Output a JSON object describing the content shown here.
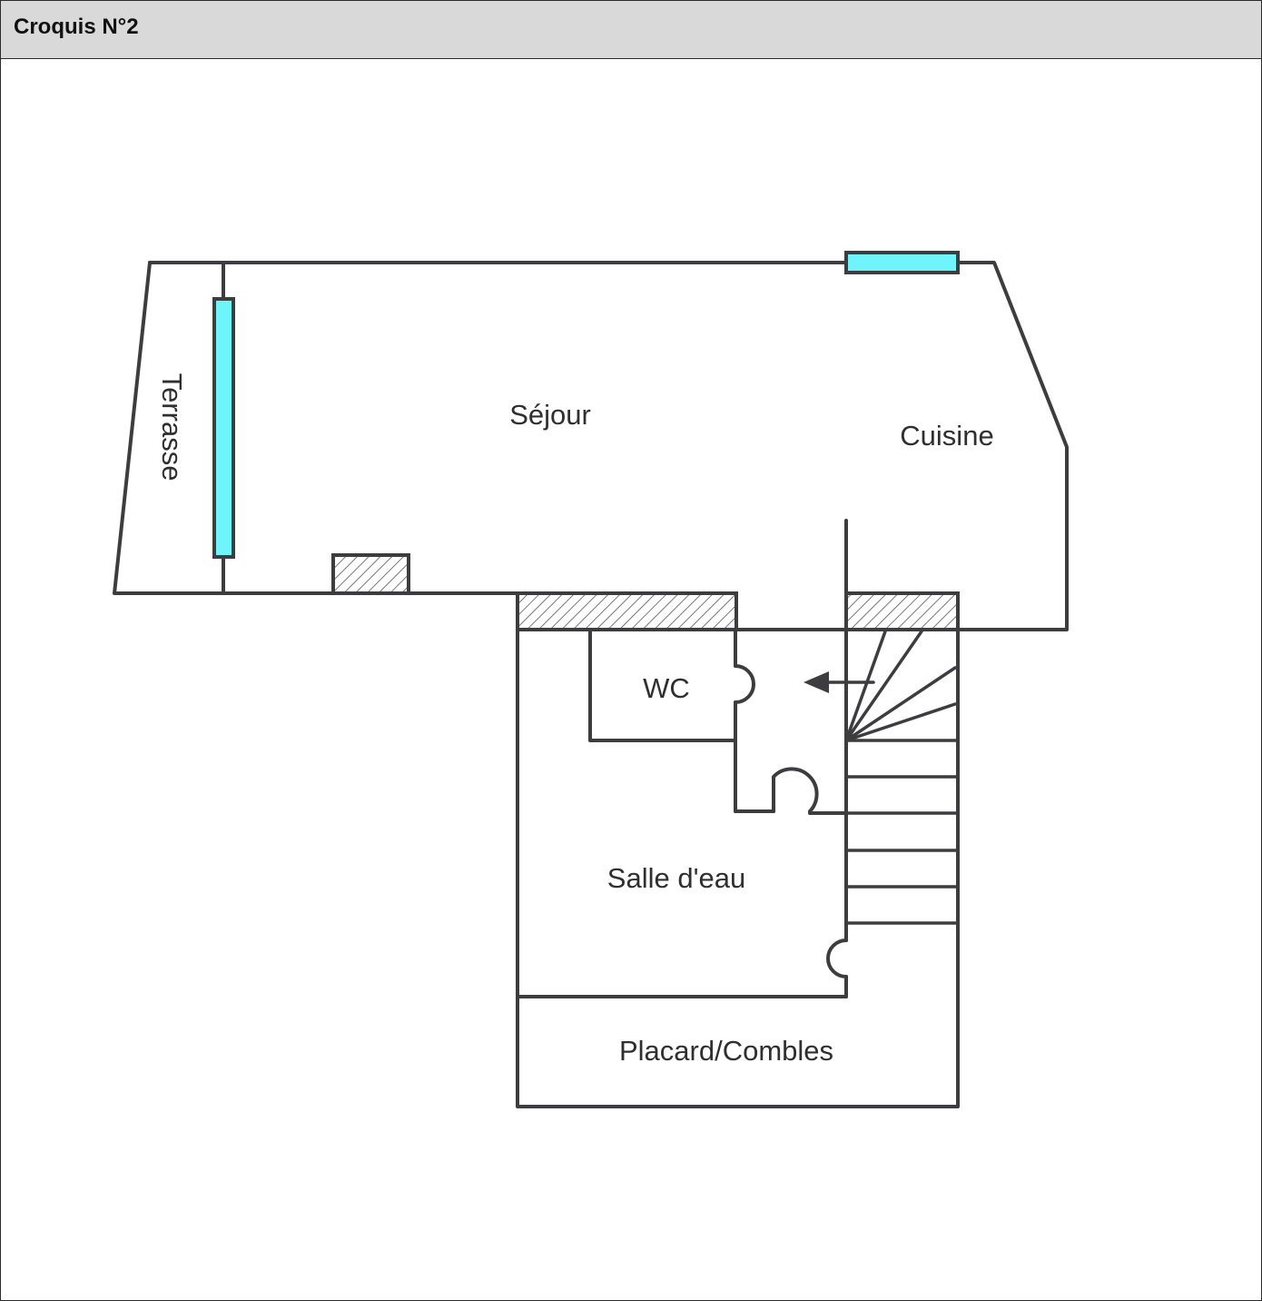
{
  "header": {
    "title": "Croquis N°2"
  },
  "rooms": {
    "sejour": "Séjour",
    "cuisine": "Cuisine",
    "terrasse": "Terrasse",
    "wc": "WC",
    "salle_eau": "Salle d'eau",
    "placard": "Placard/Combles"
  },
  "colors": {
    "wall": "#3d3d40",
    "window": "#6ff4fb",
    "header_bg": "#d9d9d9"
  }
}
